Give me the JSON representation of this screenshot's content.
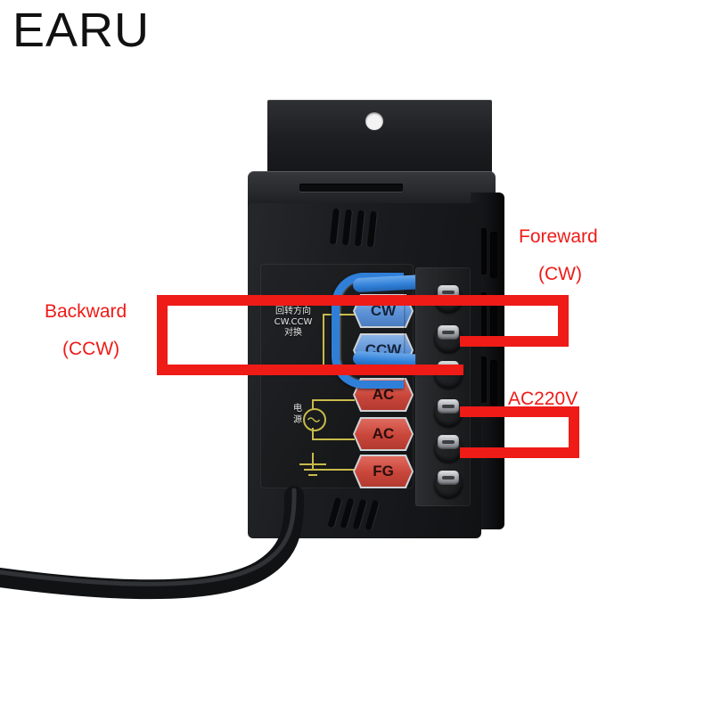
{
  "brand": {
    "name": "EARU"
  },
  "annotations": {
    "accent_color": "#ee1b17",
    "forward": {
      "line1": "Foreward",
      "line2": "(CW)"
    },
    "backward": {
      "line1": "Backward",
      "line2": "(CCW)"
    },
    "power": {
      "line1": "AC220V"
    }
  },
  "device": {
    "faceplate": {
      "rotation_label": {
        "line1": "回转方向",
        "line2": "CW.CCW",
        "line3": "对换"
      },
      "power_label": {
        "line1": "电",
        "line2": "源"
      },
      "terminal_tags": [
        {
          "text": "CW",
          "color": "#5d92d6",
          "kind": "blue"
        },
        {
          "text": "CCW",
          "color": "#5d92d6",
          "kind": "blue"
        },
        {
          "text": "AC",
          "color": "#c9453a",
          "kind": "red"
        },
        {
          "text": "AC",
          "color": "#c9453a",
          "kind": "red"
        },
        {
          "text": "FG",
          "color": "#c9453a",
          "kind": "red"
        }
      ]
    },
    "terminal_block": {
      "screw_count": 6,
      "screw_color": "#0f5c3c"
    },
    "jumper_wire_color": "#2f7fd8",
    "trace_color": "#c9bb4a",
    "body_color": "#1b1d20"
  }
}
